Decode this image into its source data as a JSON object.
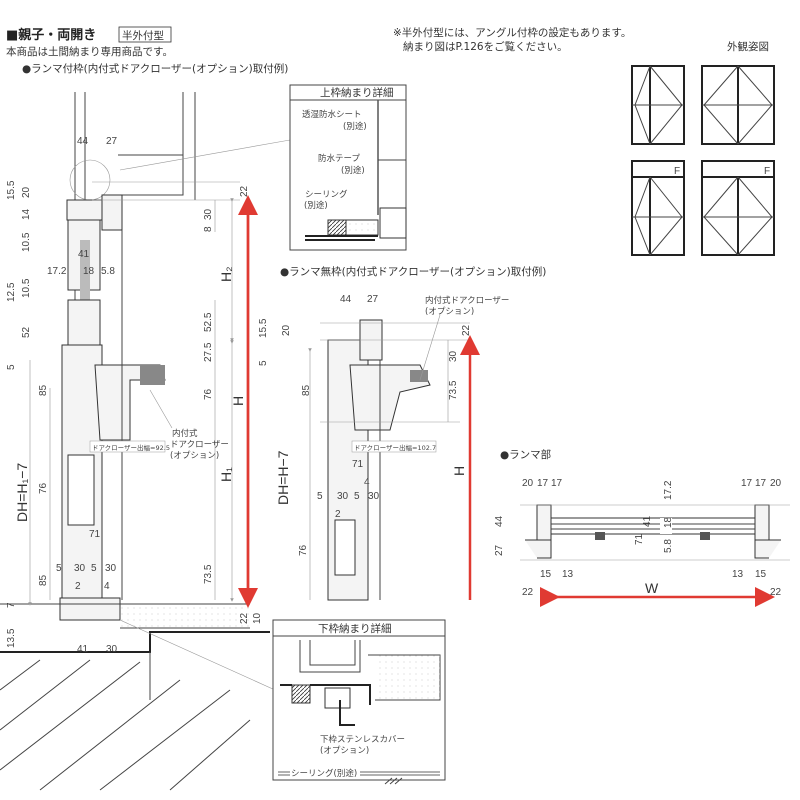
{
  "header": {
    "title": "■親子・両開き",
    "badge": "半外付型",
    "subtitle": "本商品は土間納まり専用商品です。",
    "note_line1": "※半外付型には、アングル付枠の設定もあります。",
    "note_line2": "納まり図はP.126をご覧ください。",
    "elevation_label": "外観姿図"
  },
  "elevations": {
    "fixed_label": "F"
  },
  "section1": {
    "title": "●ランマ付枠(内付式ドアクローザー(オプション)取付例)",
    "dims": [
      "44",
      "27",
      "15.5",
      "20",
      "14",
      "10.5",
      "12.5",
      "10.5",
      "52",
      "5",
      "85",
      "76",
      "85",
      "7",
      "13.5",
      "41",
      "17.2",
      "18",
      "5.8",
      "22",
      "30",
      "8",
      "52.5",
      "27.5",
      "76",
      "73.5",
      "22",
      "10",
      "71",
      "5",
      "30",
      "5",
      "30",
      "2",
      "4",
      "41",
      "30"
    ],
    "h2": "H₂",
    "h": "H",
    "h1": "H₁",
    "dh": "DH=H₁−7",
    "closer_label": [
      "内付式",
      "ドアクローザー",
      "(オプション)"
    ],
    "closer_projection": "ドアクローザー出幅=92.5"
  },
  "top_detail": {
    "title": "上枠納まり詳細",
    "labels": [
      "透湿防水シート",
      "(別途)",
      "防水テープ",
      "(別途)",
      "シーリング",
      "(別途)"
    ]
  },
  "section2": {
    "title": "●ランマ無枠(内付式ドアクローザー(オプション)取付例)",
    "dims": [
      "44",
      "27",
      "15.5",
      "20",
      "5",
      "22",
      "30",
      "85",
      "73.5",
      "71",
      "5",
      "30",
      "5",
      "4",
      "30",
      "2",
      "76"
    ],
    "h": "H",
    "dh": "DH=H−7",
    "closer_label": [
      "内付式ドアクローザー",
      "(オプション)"
    ],
    "closer_projection": "ドアクローザー出幅=102.7"
  },
  "bottom_detail": {
    "title": "下枠納まり詳細",
    "labels": [
      "下枠ステンレスカバー",
      "(オプション)",
      "シーリング(別途)"
    ]
  },
  "ranma": {
    "title": "●ランマ部",
    "dims": [
      "20",
      "17",
      "17",
      "17.2",
      "17",
      "17",
      "20",
      "44",
      "27",
      "41",
      "18",
      "71",
      "5.8",
      "15",
      "13",
      "13",
      "15",
      "22",
      "W",
      "22"
    ]
  },
  "colors": {
    "arrow": "#e03a32",
    "line": "#333333",
    "dim_line": "#999999"
  }
}
